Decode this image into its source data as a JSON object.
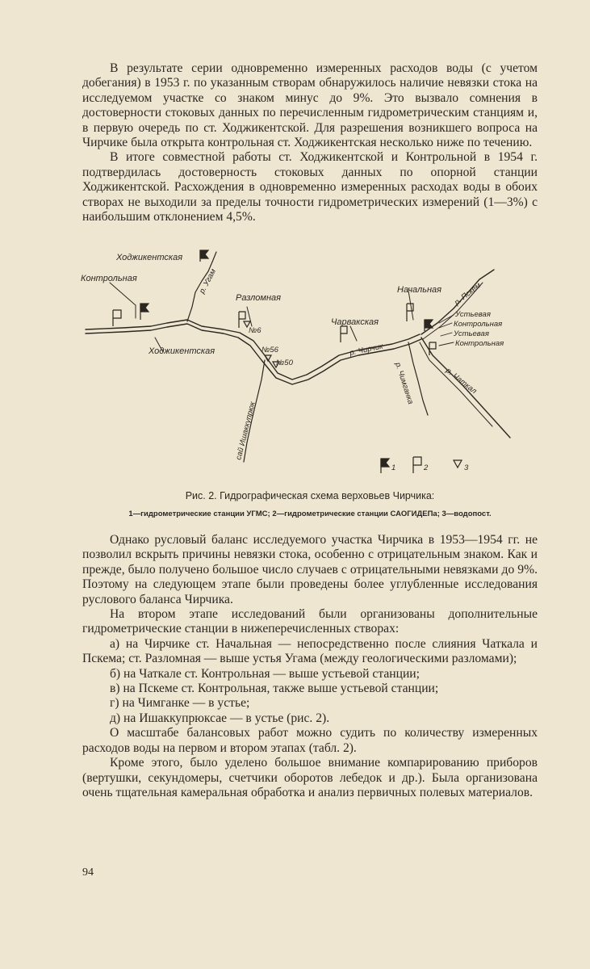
{
  "paragraphs_top": [
    "В результате серии одновременно измеренных расходов воды (с учетом добегания) в 1953 г. по указанным створам обнаружилось наличие невязки стока на исследуемом участке со знаком минус до 9%. Это вызвало сомнения в достоверности стоковых данных по перечисленным гидрометрическим станциям и, в первую очередь по ст. Ходжикентской. Для разрешения возникшего вопроса на Чирчике была открыта контрольная ст. Ходжикентская несколько ниже по течению.",
    "В итоге совместной работы ст. Ходжикентской и Контрольной в 1954 г. подтвердилась достоверность стоковых данных по опорной станции Ходжикентской. Расхождения в одновременно измеренных расходах воды в обоих створах не выходили за пределы точности гидрометрических измерений (1—3%) с наибольшим отклонением 4,5%."
  ],
  "figure": {
    "labels": {
      "khodzhikentskaya_top": "Ходжикентская",
      "kontrolnaya_left": "Контрольная",
      "ugam": "р. Угам",
      "razlomnaya": "Разломная",
      "n6": "№6",
      "n56": "№56",
      "n50": "№50",
      "khodzhikentskaya_bottom": "Ходжикентская",
      "charvakskaya": "Чарвакская",
      "chirchik": "р. Чирчик",
      "nachalnaya": "Начальная",
      "pskem": "р. Пскем",
      "ustevaya_1": "Устьевая",
      "kontrolnaya_1": "Контрольная",
      "ustevaya_2": "Устьевая",
      "kontrolnaya_2": "Контрольная",
      "chatkal": "р. Чаткал",
      "chimganka": "р. Чимганка",
      "ishakkupryuk": "сай Ишаккупрюк",
      "legend_1": "1",
      "legend_2": "2",
      "legend_3": "3"
    },
    "caption": "Рис. 2. Гидрографическая схема верховьев Чирчика:",
    "legend_text": "1—гидрометрические станции УГМС; 2—гидрометрические станции САОГИДЕПа; 3—водопост."
  },
  "paragraphs_bottom": [
    "Однако русловый баланс исследуемого участка Чирчика в 1953—1954 гг. не позволил вскрыть причины невязки стока, особенно с отрицательным знаком. Как и прежде, было получено большое число случаев с отрицательными невязками до 9%. Поэтому на следующем этапе были проведены более углубленные исследования руслового баланса Чирчика.",
    "На втором этапе исследований были организованы дополнительные гидрометрические станции в нижеперечисленных створах:"
  ],
  "list_items": [
    "а) на Чирчике ст. Начальная — непосредственно после слияния Чаткала и Пскема; ст. Разломная — выше устья Угама (между геологическими разломами);",
    "б) на Чаткале ст. Контрольная — выше устьевой станции;",
    "в) на Пскеме ст. Контрольная, также выше устьевой станции;",
    "г) на Чимганке — в устье;",
    "д) на Ишаккупрюксае — в устье (рис. 2)."
  ],
  "paragraphs_end": [
    "О масштабе балансовых работ можно судить по количеству измеренных расходов воды на первом и втором этапах (табл. 2).",
    "Кроме этого, было уделено большое внимание компарированию приборов (вертушки, секундомеры, счетчики оборотов лебедок и др.). Была организована очень тщательная камеральная обработка и анализ первичных полевых материалов."
  ],
  "page_number": "94"
}
